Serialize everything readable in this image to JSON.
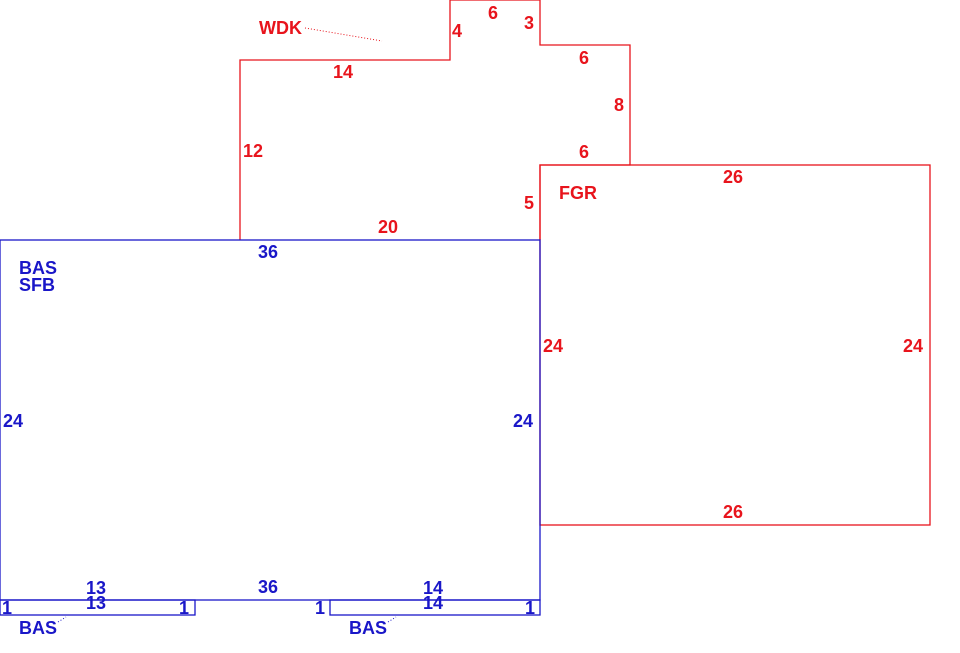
{
  "colors": {
    "bas": "#1a17c8",
    "wdk_fgr": "#e8141c"
  },
  "areas": {
    "wdk": {
      "code": "WDK"
    },
    "fgr": {
      "code": "FGR"
    },
    "bas_main": {
      "code1": "BAS",
      "code2": "SFB"
    },
    "bas_left": {
      "code": "BAS"
    },
    "bas_right": {
      "code": "BAS"
    }
  },
  "dimensions": {
    "wdk_left": "12",
    "wdk_top_left": "14",
    "wdk_notch_left": "4",
    "wdk_notch_top": "6",
    "wdk_notch_right": "3",
    "wdk_step_top": "6",
    "wdk_step_right": "8",
    "wdk_step_bottom": "6",
    "wdk_lower_right": "5",
    "wdk_bottom": "20",
    "fgr_top": "26",
    "fgr_left": "24",
    "fgr_right": "24",
    "fgr_bottom": "26",
    "bas_top": "36",
    "bas_left": "24",
    "bas_right": "24",
    "bas_bottom": "36",
    "bas_left_strip_top": "13",
    "bas_left_strip_bottom": "13",
    "bas_left_strip_left": "1",
    "bas_left_strip_right": "1",
    "bas_right_strip_top": "14",
    "bas_right_strip_bottom": "14",
    "bas_right_strip_left": "1",
    "bas_right_strip_right": "1"
  }
}
